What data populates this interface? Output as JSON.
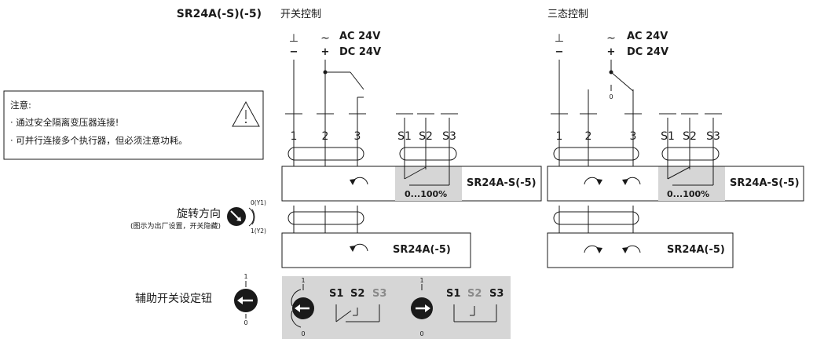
{
  "header": {
    "model": "SR24A(-S)(-5)",
    "on_off_title": "开关控制",
    "three_point_title": "三态控制"
  },
  "note": {
    "title": "注意:",
    "items": [
      "· 通过安全隔离变压器连接!",
      "· 可并行连接多个执行器，但必须注意功耗。"
    ]
  },
  "supply": {
    "ground_symbol": "⊥",
    "minus": "−",
    "tilde": "~",
    "plus": "+",
    "ac": "AC 24V",
    "dc": "DC 24V"
  },
  "terminals": [
    "1",
    "2",
    "3"
  ],
  "aux_terminals": [
    "S1",
    "S2",
    "S3"
  ],
  "devices": {
    "with_switch": "SR24A-S(-5)",
    "without_switch": "SR24A(-5)",
    "switch_range": "0...100%"
  },
  "switch_contact": {
    "open_label": "0"
  },
  "direction": {
    "label": "旋转方向",
    "sublabel": "(图示为出厂设置，开关隐藏)",
    "pos_0": "0(Y1)",
    "pos_1": "1(Y2)"
  },
  "aux_knob": {
    "label": "辅助开关设定钮",
    "top": "1",
    "bottom": "0"
  },
  "settings": [
    {
      "s1": "S1",
      "s2": "S2",
      "s3": "S3",
      "active": "S1-S2"
    },
    {
      "s1": "S1",
      "s2": "S2",
      "s3": "S3",
      "active": "S1-S3"
    }
  ],
  "colors": {
    "line": "#1a1a1a",
    "shaded": "#d6d6d6",
    "box_fill": "#ffffff",
    "dim_text": "#8a8a8a"
  }
}
